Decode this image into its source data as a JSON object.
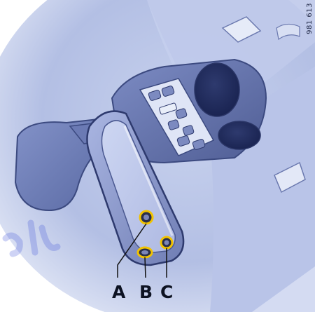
{
  "figure": {
    "reference_code": "981 613",
    "callouts": [
      {
        "letter": "A"
      },
      {
        "letter": "B"
      },
      {
        "letter": "C"
      }
    ],
    "colors": {
      "background": "#ffffff",
      "vehicle_body": "#b6c3e6",
      "shadow": "#5c6a9c",
      "mirror_frame": "#8e9bd0",
      "highlight_ring": "#f2c300",
      "callout_line": "#111111",
      "watermark": "#3a4fd8"
    }
  }
}
